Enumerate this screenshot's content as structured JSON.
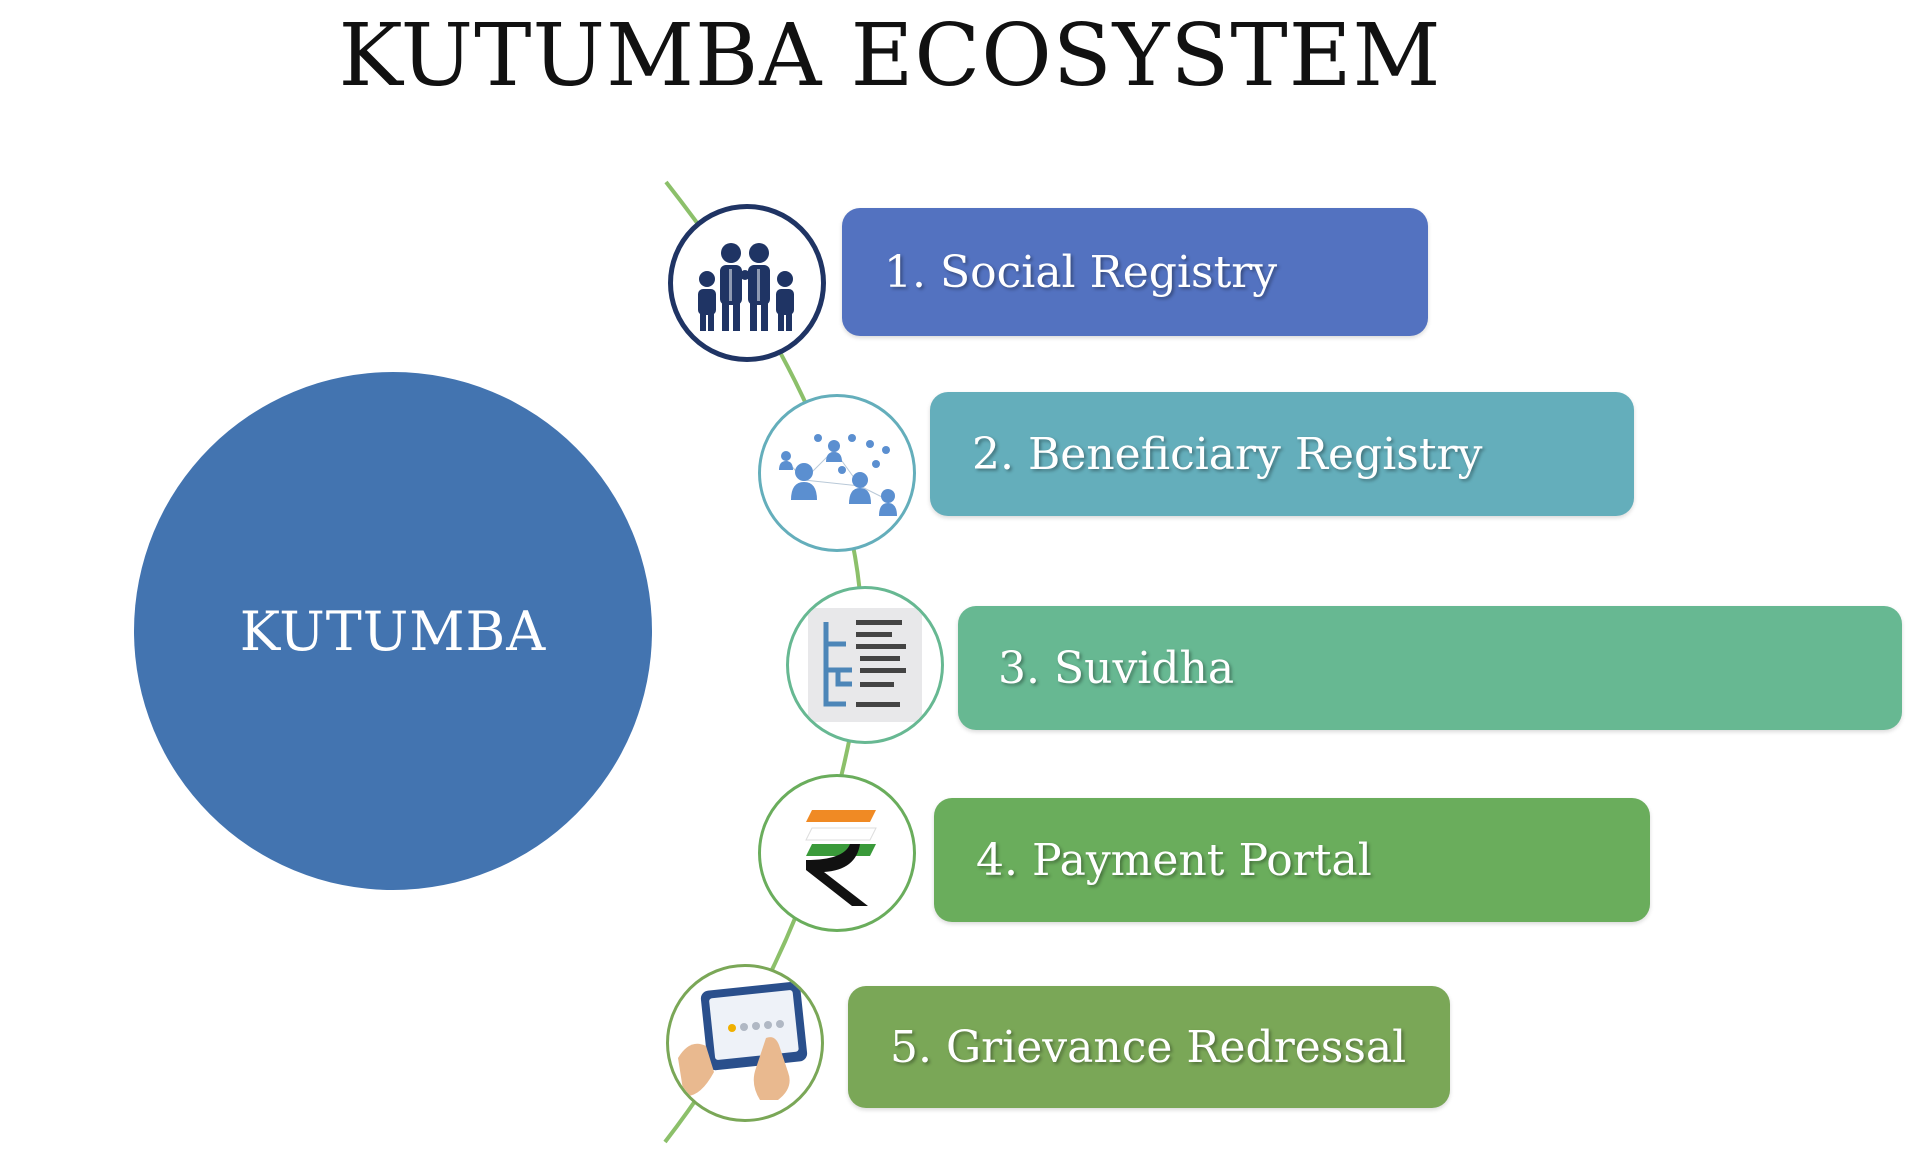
{
  "title": "KUTUMBA ECOSYSTEM",
  "hub": {
    "label": "KUTUMBA",
    "color": "#4374b0"
  },
  "arc_color": "#8cc06a",
  "items": [
    {
      "label": "1. Social Registry",
      "color": "#5372c0",
      "icon": "family-icon",
      "ring_color": "#1f3464"
    },
    {
      "label": "2. Beneficiary Registry",
      "color": "#64aebb",
      "icon": "people-network-icon",
      "ring_color": "#64aebb"
    },
    {
      "label": "3. Suvidha",
      "color": "#67b892",
      "icon": "hierarchy-list-icon",
      "ring_color": "#67b892"
    },
    {
      "label": "4. Payment Portal",
      "color": "#6aad5c",
      "icon": "rupee-icon",
      "ring_color": "#6aad5c"
    },
    {
      "label": "5. Grievance Redressal",
      "color": "#7aa757",
      "icon": "tablet-rating-icon",
      "ring_color": "#7aa757"
    }
  ]
}
